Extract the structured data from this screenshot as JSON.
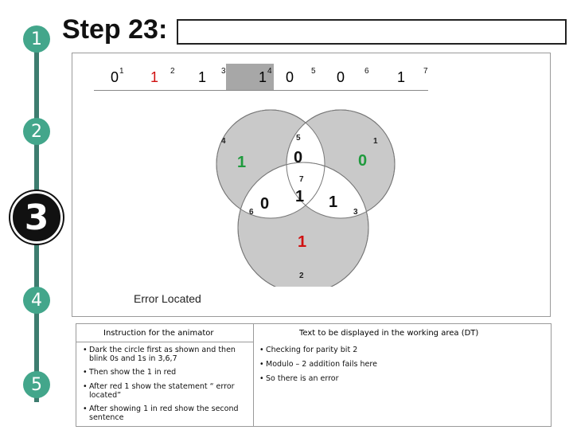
{
  "title": "Step 23:",
  "steps": [
    "1",
    "2",
    "3",
    "4",
    "5"
  ],
  "bits": [
    {
      "value": "0",
      "index": "1",
      "color": "#111111",
      "shade": "light"
    },
    {
      "value": "1",
      "index": "2",
      "color": "#d01010",
      "shade": "light"
    },
    {
      "value": "1",
      "index": "3",
      "color": "#111111",
      "shade": "light"
    },
    {
      "value": "1",
      "index": "4",
      "color": "#111111",
      "shade": "dark"
    },
    {
      "value": "0",
      "index": "5",
      "color": "#111111",
      "shade": "light"
    },
    {
      "value": "0",
      "index": "6",
      "color": "#111111",
      "shade": "light"
    },
    {
      "value": "1",
      "index": "7",
      "color": "#111111",
      "shade": "light"
    }
  ],
  "venn": {
    "region_values": {
      "r4": "1",
      "r5": "0",
      "r1": "0",
      "r7": "1",
      "r6": "0",
      "r3": "1",
      "r2": "1"
    },
    "region_indices": {
      "r4": "4",
      "r5": "5",
      "r1": "1",
      "r7": "7",
      "r6": "6",
      "r3": "3",
      "r2": "2"
    },
    "colors": {
      "green": "#1f9a3d",
      "red": "#d01010",
      "dark": "#111111",
      "fill_gray": "#c9c9c9",
      "fill_light": "#ffffff"
    }
  },
  "status_text": "Error Located",
  "table": {
    "left_header": "Instruction for the animator",
    "right_header": "Text to be displayed in the working area (DT)",
    "left_items": [
      "Dark the circle first as shown and then blink 0s and 1s in 3,6,7",
      "Then show the 1 in red",
      "After red 1 show the statement “ error located”",
      "After showing 1 in red show the second sentence"
    ],
    "right_items": [
      "Checking for  parity bit 2",
      "Modulo – 2 addition fails here",
      "So there is an error"
    ]
  },
  "colors": {
    "timeline": "#3d7d6f",
    "badge": "#43a68b",
    "active_badge": "#111111"
  }
}
